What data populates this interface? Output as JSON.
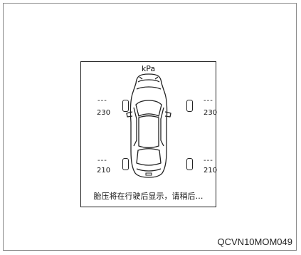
{
  "display": {
    "unit": "kPa",
    "front_left": {
      "status": "---",
      "value": "230"
    },
    "front_right": {
      "status": "---",
      "value": "230"
    },
    "rear_left": {
      "status": "---",
      "value": "210"
    },
    "rear_right": {
      "status": "---",
      "value": "210"
    },
    "message": "胎压将在行驶后显示，请稍后…"
  },
  "figure_code": "QCVN10MOM049"
}
